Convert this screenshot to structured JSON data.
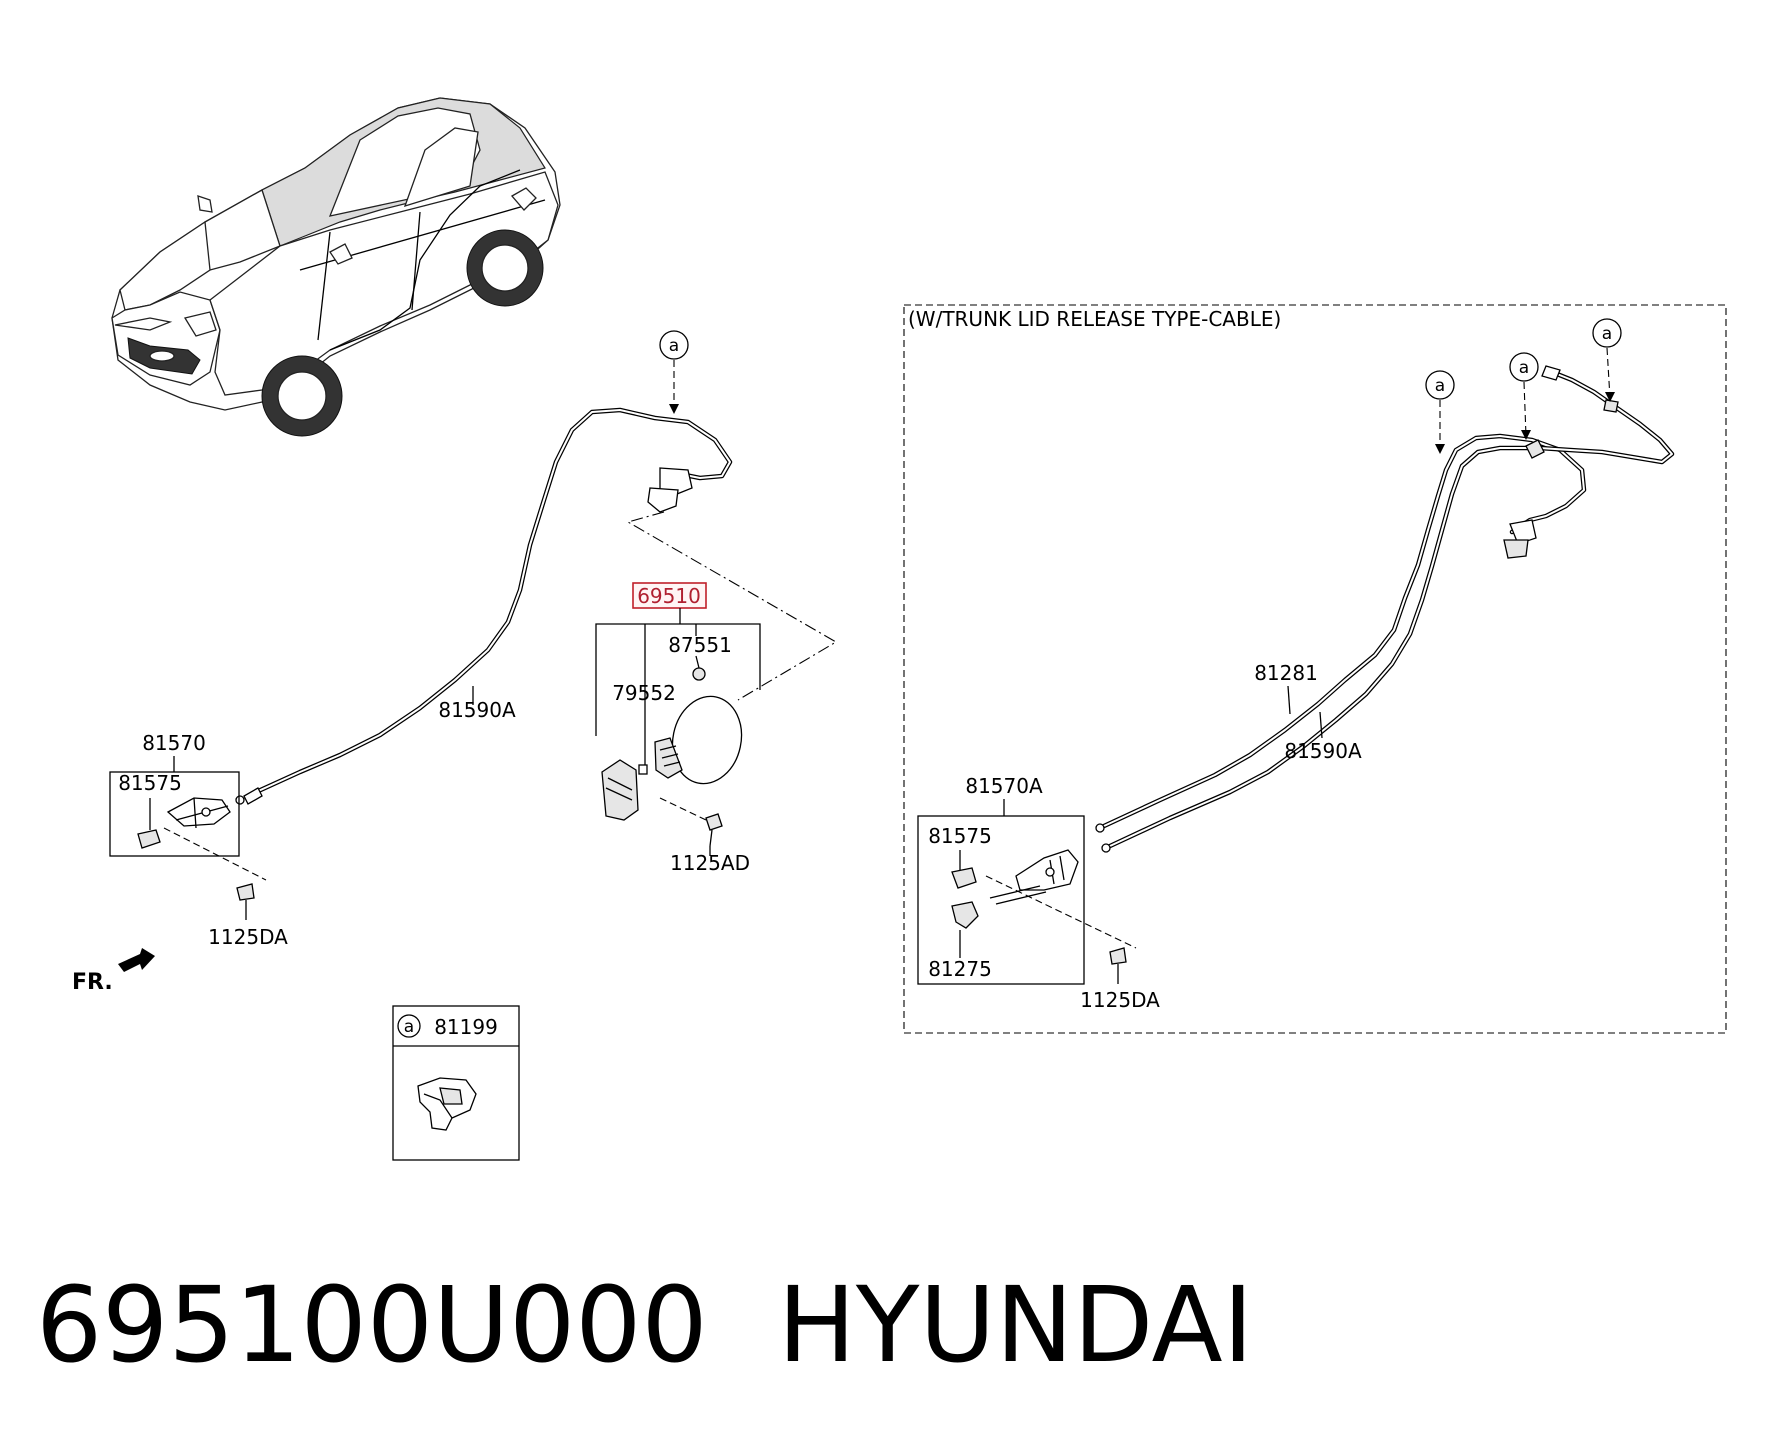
{
  "callouts": {
    "highlighted_part": "69510",
    "c87551": "87551",
    "c79552": "79552",
    "c81590a_left": "81590A",
    "c81570": "81570",
    "c81575_left": "81575",
    "c1125da_left": "1125DA",
    "c1125ad": "1125AD",
    "fr": "FR.",
    "ref_a": "a",
    "clip_box_part": "81199",
    "inset_title": "(W/TRUNK LID RELEASE TYPE-CABLE)",
    "c81281": "81281",
    "c81590a_right": "81590A",
    "c81570a": "81570A",
    "c81575_right": "81575",
    "c81275": "81275",
    "c1125da_right": "1125DA"
  },
  "footer": {
    "part_number": "695100U000",
    "brand": "HYUNDAI"
  },
  "colors": {
    "highlight": "#c0202a",
    "line": "#000000"
  }
}
